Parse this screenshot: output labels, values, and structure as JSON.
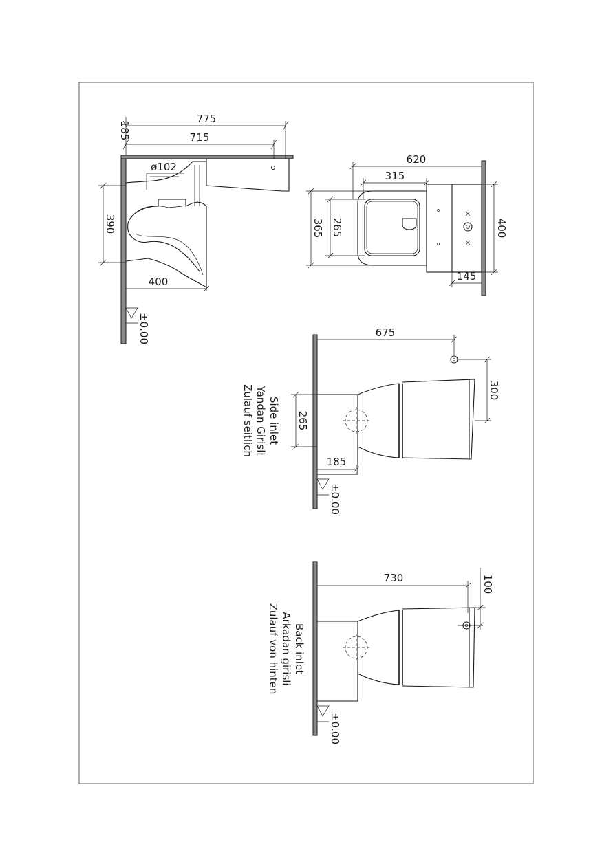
{
  "side_section": {
    "dim_total_depth": "775",
    "dim_depth": "715",
    "dim_lid_offset": "185",
    "dim_outlet": "ø102",
    "dim_height": "390",
    "dim_base_depth": "400",
    "floor_level": "±0.00"
  },
  "top_view": {
    "dim_overall": "620",
    "dim_bowl": "315",
    "dim_width": "365",
    "dim_bowl_width": "265",
    "dim_cistern_width": "400",
    "dim_wall_gap": "145"
  },
  "side_inlet_view": {
    "label_en": "Side inlet",
    "label_tr": "Yandan Girisli",
    "label_de": "Zulauf seitlich",
    "dim_inlet_distance": "675",
    "dim_inlet_height": "300",
    "dim_outlet_height": "265",
    "dim_outlet_distance": "185",
    "floor_level": "±0.00"
  },
  "back_inlet_view": {
    "label_en": "Back inlet",
    "label_tr": "Arkadan girisli",
    "label_de": "Zulauf von hinten",
    "dim_inlet_distance": "730",
    "dim_inlet_height": "100",
    "floor_level": "±0.00"
  }
}
